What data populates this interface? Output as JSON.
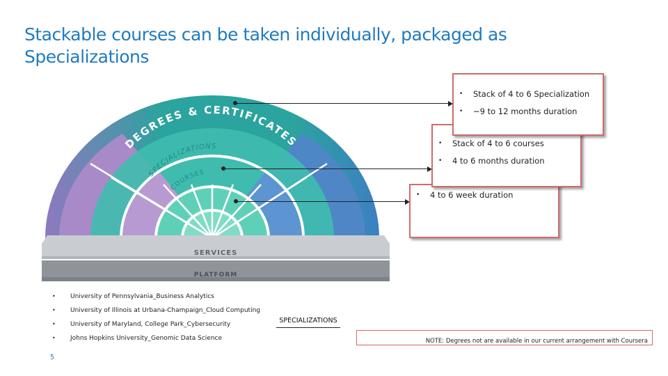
{
  "slide": {
    "title": "Stackable courses can be taken individually, packaged as Specializations",
    "page_number": "5"
  },
  "diagram": {
    "ring_labels": {
      "outer": "DEGREES & CERTIFICATES",
      "middle": "SPECIALIZATIONS",
      "inner": "COURSES"
    },
    "base_labels": {
      "services": "SERVICES",
      "platform": "PLATFORM"
    },
    "colors": {
      "outer_ring": "#2ba39e",
      "middle_ring": "#3fbcae",
      "inner_ring": "#5fd0b8",
      "purple": "#a98ac8",
      "blue": "#4f86c6",
      "services": "#c9cdd2",
      "platform": "#8f949b"
    }
  },
  "callouts": {
    "specialization": {
      "bullets": [
        "Stack of 4 to 6 Specialization",
        "~9 to 12 months duration"
      ]
    },
    "courses": {
      "bullets": [
        "Stack of 4 to 6 courses",
        "4 to 6 months duration"
      ]
    },
    "course": {
      "bullets": [
        "4 to 6 week duration"
      ]
    },
    "accent_color": "#d06a6a"
  },
  "university_list": [
    "University of Pennsylvania_Business Analytics",
    "University of Illinois at Urbana-Champaign_Cloud Computing",
    "University of Maryland, College Park_Cybersecurity",
    "Johns Hopkins University_Genomic Data Science"
  ],
  "bullet_glyph": "•",
  "specializations_label": "SPECIALIZATIONS",
  "note": "NOTE: Degrees not are available in our current arrangement with Coursera"
}
